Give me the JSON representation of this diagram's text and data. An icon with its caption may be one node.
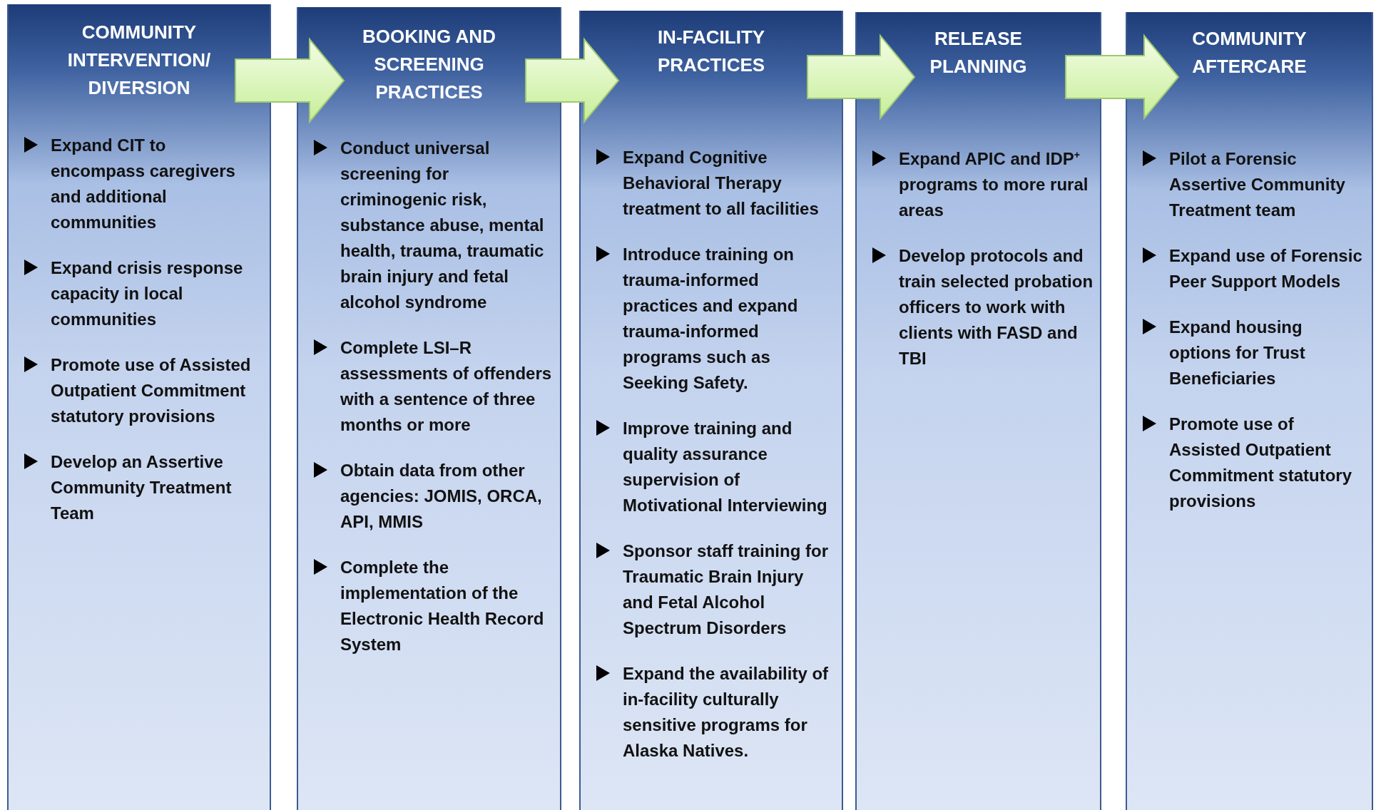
{
  "diagram": {
    "nodes": [
      {
        "text": [
          "COMMUNITY INTERVENTION/ DIVERSION",
          "Expand CIT to encompass caregivers and additional communities",
          "Expand crisis response capacity in local communities",
          "Promote use of Assisted Outpatient Commitment statutory provisions",
          "Develop an Assertive Community Treatment Team"
        ]
      },
      {
        "text": [
          "BOOKING AND SCREENING PRACTICES",
          "Conduct universal screening for criminogenic risk, substance abuse, mental health, trauma, traumatic brain injury and fetal alcohol syndrome",
          "Complete LSI–R assessments of offenders with a sentence of three months or more",
          "Obtain data from other agencies: JOMIS, ORCA, API, MMIS",
          "Complete the implementation of the Electronic Health Record System"
        ]
      },
      {
        "text": [
          "IN-FACILITY PRACTICES",
          "Expand Cognitive Behavioral Therapy treatment to all facilities",
          "Introduce training on trauma-informed practices and expand trauma-informed programs such as Seeking Safety.",
          "Improve training and quality assurance supervision of Motivational Interviewing",
          "Sponsor staff training for Traumatic Brain Injury and Fetal Alcohol Spectrum Disorders",
          "Expand the availability of in-facility culturally sensitive programs for Alaska Natives."
        ]
      },
      {
        "text": [
          "RELEASE PLANNING",
          "Expand APIC and IDP$^{+}$ programs to more rural areas",
          "Develop protocols and train selected probation officers to work with clients with FASD and TBI"
        ]
      },
      {
        "text": [
          "COMMUNITY AFTERCARE",
          "Pilot a Forensic Assertive Community Treatment team",
          "Expand use of Forensic Peer Support Models",
          "Expand housing options for Trust Beneficiaries",
          "Promote use of Assisted Outpatient Commitment statutory provisions"
        ]
      }
    ],
    "edges": [
      {
        "from": 0,
        "to": 1,
        "arrow": "to"
      },
      {
        "from": 1,
        "to": 2,
        "arrow": "to"
      },
      {
        "from": 2,
        "to": 3,
        "arrow": "to"
      },
      {
        "from": 3,
        "to": 4,
        "arrow": "to"
      }
    ]
  }
}
